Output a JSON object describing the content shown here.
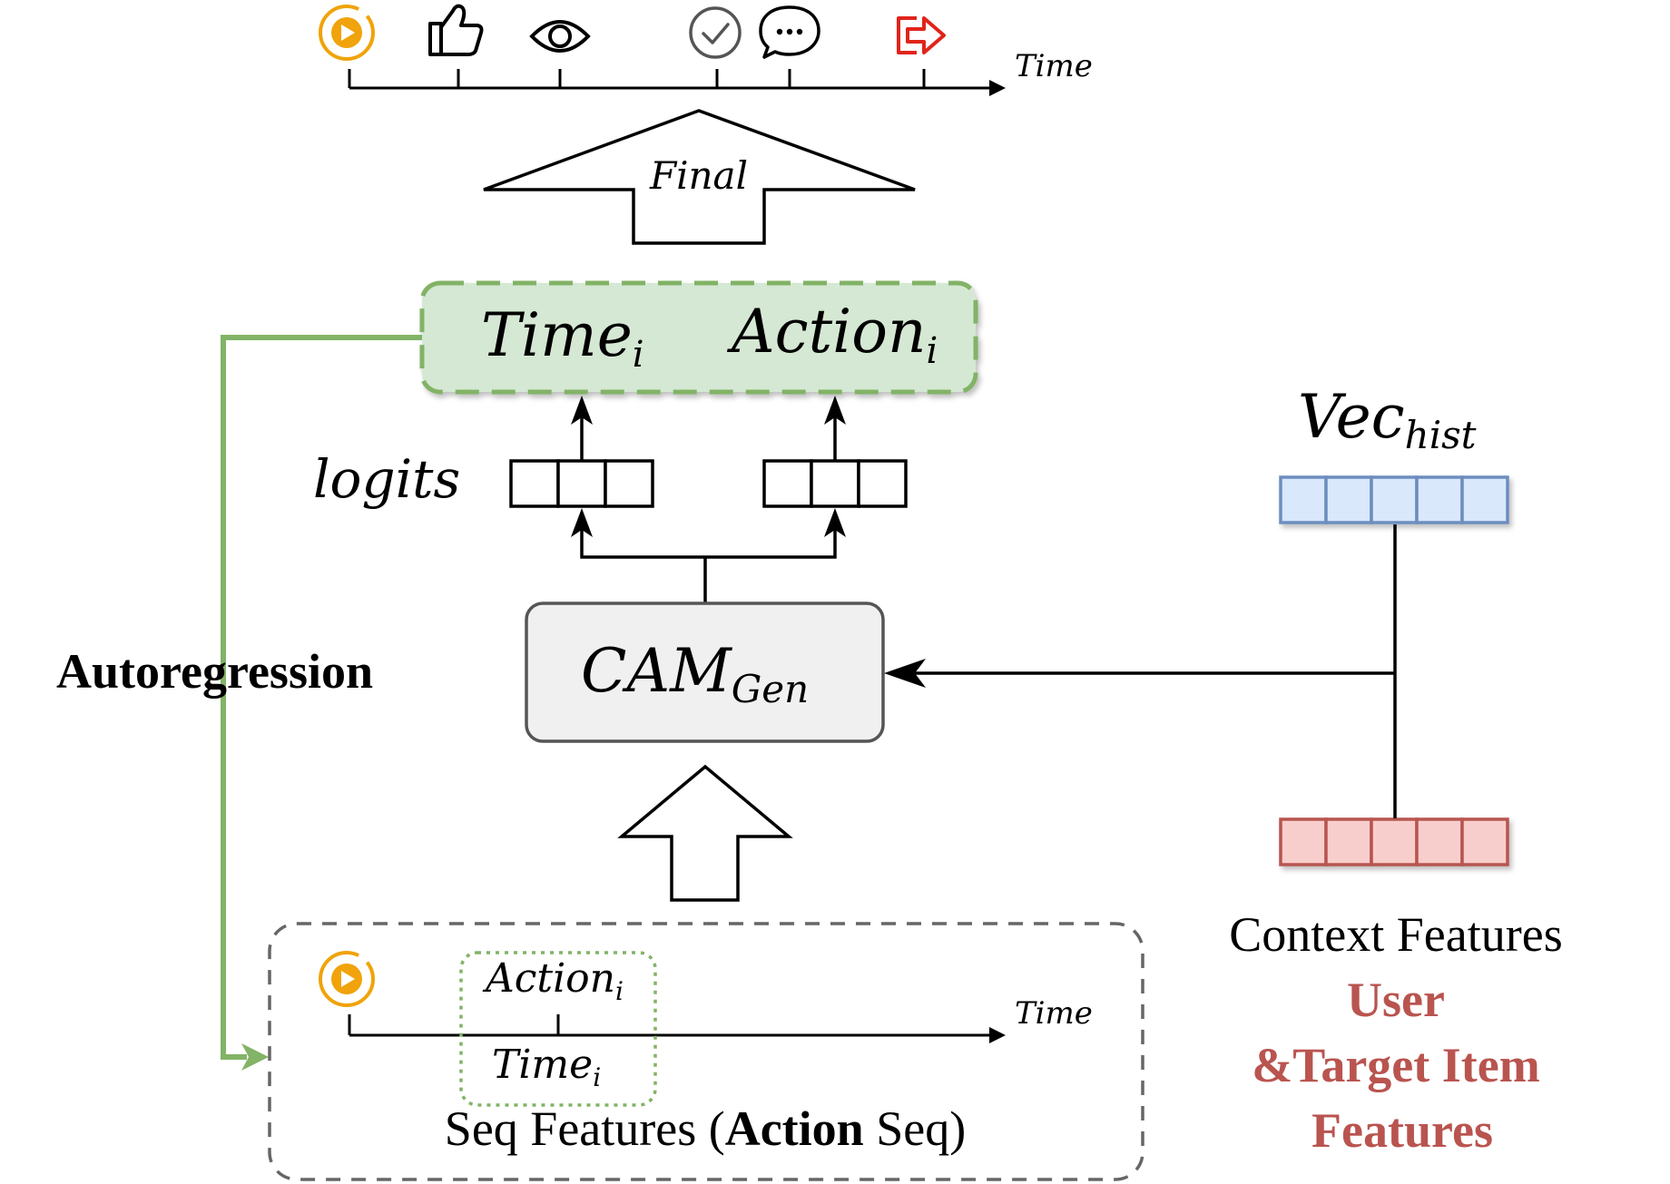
{
  "top_timeline": {
    "axis_label": "Time",
    "icons": [
      "play-icon",
      "thumbs-up-icon",
      "eye-icon",
      "check-circle-icon",
      "comment-icon",
      "share-exit-icon"
    ]
  },
  "final_arrow": {
    "label": "Final"
  },
  "output_box": {
    "time_base": "Time",
    "time_sub": "i",
    "action_base": "Action",
    "action_sub": "i"
  },
  "logits_label": "logits",
  "vec_hist": {
    "base": "Vec",
    "sub": "hist",
    "cells": 5,
    "color": "#dae8fc",
    "stroke": "#6c8ebf"
  },
  "cam": {
    "base": "CAM",
    "sub": "Gen"
  },
  "autoregression_label": "Autoregression",
  "context": {
    "title": "Context Features",
    "line1": "User",
    "line2": "&Target Item",
    "line3": "Features",
    "cells": 5,
    "color": "#f8cecc",
    "stroke": "#b85450"
  },
  "seq_features": {
    "action_base": "Action",
    "action_sub": "i",
    "time_base": "Time",
    "time_sub": "i",
    "axis_label": "Time",
    "caption_pre": "Seq Features (",
    "caption_bold": "Action",
    "caption_post": " Seq)"
  },
  "colors": {
    "green": "#82b366",
    "green_fill": "#d5e8d4",
    "orange": "#f0a30a",
    "red_icon": "#e0241b",
    "context_red": "#b9544f"
  }
}
